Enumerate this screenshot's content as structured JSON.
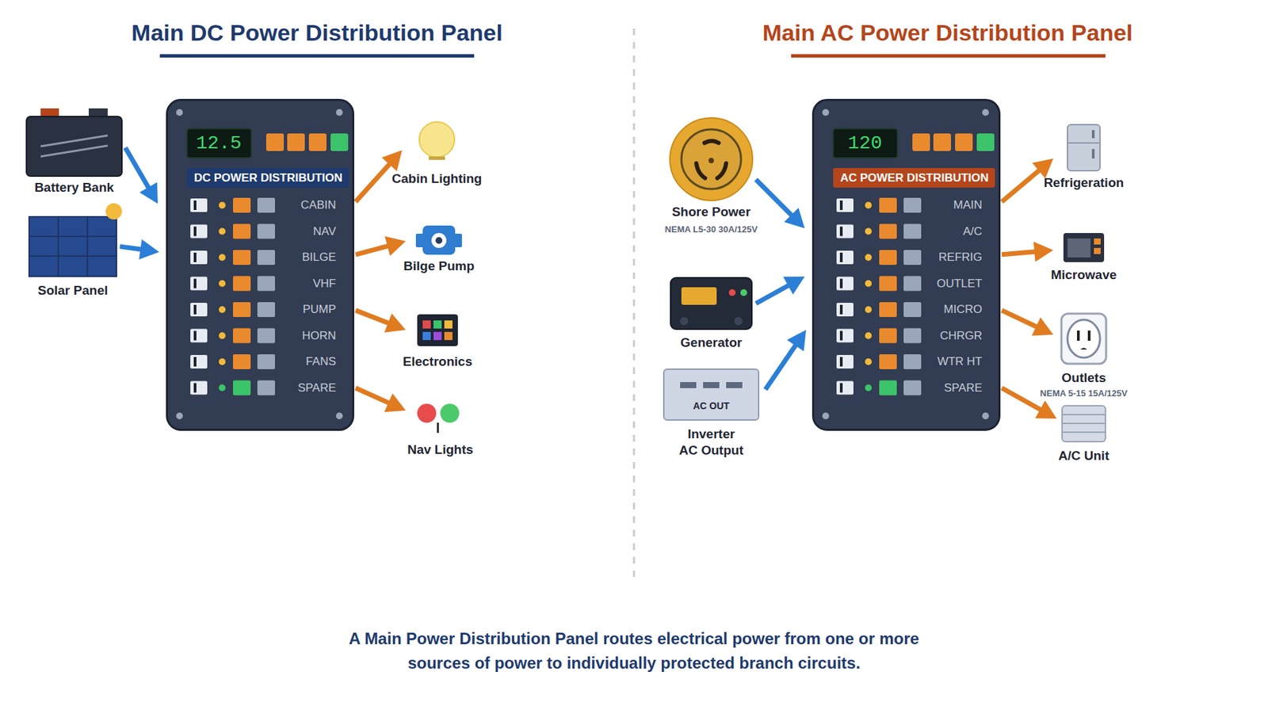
{
  "diagram": {
    "caption": "A Main Power Distribution Panel routes electrical power from one or more sources of power to individually protected branch circuits.",
    "nodes": [
      {
        "text": [
          "Battery Bank"
        ]
      },
      {
        "text": [
          "Solar Panel"
        ]
      },
      {
        "text": [
          "12.5",
          "DC POWER DISTRIBUTION",
          "CABIN",
          "NAV",
          "BILGE",
          "VHF",
          "PUMP",
          "HORN",
          "FANS",
          "SPARE"
        ]
      },
      {
        "text": [
          "Cabin Lighting"
        ]
      },
      {
        "text": [
          "Bilge Pump"
        ]
      },
      {
        "text": [
          "Electronics"
        ]
      },
      {
        "text": [
          "Nav Lights"
        ]
      },
      {
        "text": [
          "Shore Power",
          "NEMA L5-30 30A/125V"
        ]
      },
      {
        "text": [
          "Generator"
        ]
      },
      {
        "text": [
          "AC OUT",
          "Inverter AC Output"
        ]
      },
      {
        "text": [
          "120",
          "AC POWER DISTRIBUTION",
          "MAIN",
          "A/C",
          "REFRIG",
          "OUTLET",
          "MICRO",
          "CHRGR",
          "WTR HT",
          "SPARE"
        ]
      },
      {
        "text": [
          "Refrigeration"
        ]
      },
      {
        "text": [
          "Microwave"
        ]
      },
      {
        "text": [
          "Outlets",
          "NEMA 5-15 15A/125V"
        ]
      },
      {
        "text": [
          "A/C Unit"
        ]
      }
    ],
    "edges": [
      {
        "from": 0,
        "to": 2,
        "arrow": "to"
      },
      {
        "from": 1,
        "to": 2,
        "arrow": "to"
      },
      {
        "from": 2,
        "to": 3,
        "arrow": "to"
      },
      {
        "from": 2,
        "to": 4,
        "arrow": "to"
      },
      {
        "from": 2,
        "to": 5,
        "arrow": "to"
      },
      {
        "from": 2,
        "to": 6,
        "arrow": "to"
      },
      {
        "from": 7,
        "to": 10,
        "arrow": "to"
      },
      {
        "from": 8,
        "to": 10,
        "arrow": "to"
      },
      {
        "from": 9,
        "to": 10,
        "arrow": "to"
      },
      {
        "from": 10,
        "to": 11,
        "arrow": "to"
      },
      {
        "from": 10,
        "to": 12,
        "arrow": "to"
      },
      {
        "from": 10,
        "to": 13,
        "arrow": "to"
      },
      {
        "from": 10,
        "to": 14,
        "arrow": "to"
      }
    ],
    "labels": [
      "Main DC Power Distribution Panel",
      "Main AC Power Distribution Panel"
    ]
  }
}
